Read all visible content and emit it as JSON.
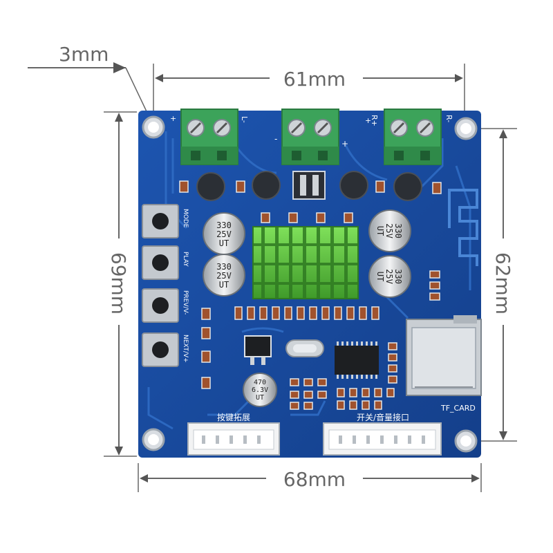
{
  "dimensions": {
    "hole_offset": "3mm",
    "hole_spacing_x": "61mm",
    "board_height": "69mm",
    "hole_spacing_y": "62mm",
    "board_width": "68mm"
  },
  "silkscreen": {
    "button_mode": "MODE",
    "button_play": "PLAY",
    "button_prev": "PREV/V-",
    "button_next": "NEXT/V+",
    "key_expansion_header": "按键拓展",
    "switch_volume_header": "开关/音量接口",
    "tf_card": "TF_CARD",
    "left_minus": "L-",
    "right_plus": "R+",
    "right_minus": "R-",
    "plus": "+",
    "minus": "-"
  },
  "components": {
    "cap_large": {
      "value": "330",
      "voltage": "25V",
      "brand": "UT"
    },
    "cap_small": {
      "value": "470",
      "voltage": "6.3V",
      "brand": "UT"
    }
  },
  "colors": {
    "pcb": "#1a4fa3",
    "pcb_trace": "#2f6cc4",
    "terminal": "#3ca35a",
    "heatsink": "#5bc23a",
    "dimension_line": "#666666"
  }
}
